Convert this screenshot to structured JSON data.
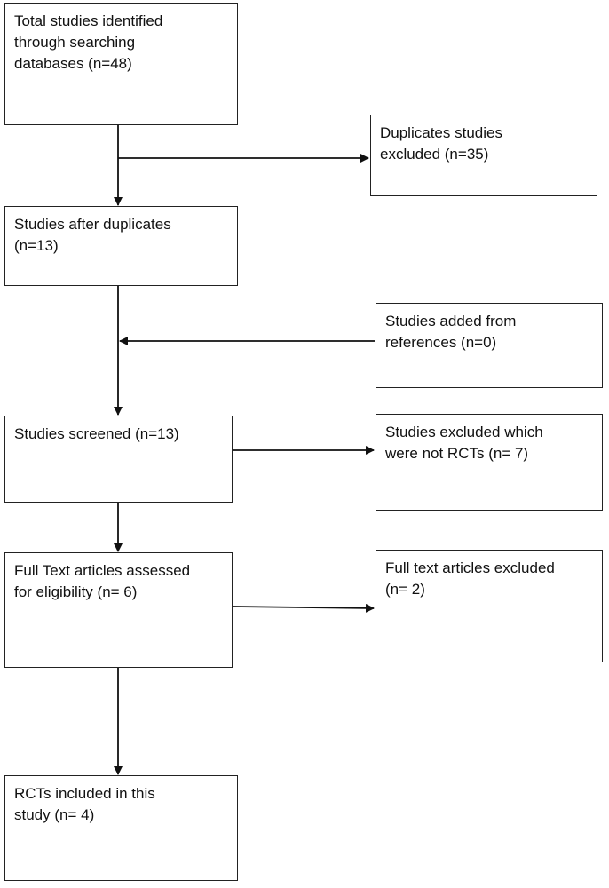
{
  "flowchart": {
    "identified": "Total studies identified\nthrough searching\ndatabases (n=48)",
    "duplicates_excluded": "Duplicates studies\nexcluded   (n=35)",
    "after_duplicates": "Studies after duplicates\n(n=13)",
    "added_from_references": "Studies added from\nreferences (n=0)",
    "screened": "Studies  screened   (n=13)",
    "excluded_not_rcts": "Studies excluded which\nwere not RCTs  (n= 7)",
    "full_text_assessed": "Full Text articles assessed\nfor eligibility (n= 6)",
    "full_text_excluded": "Full text articles excluded\n(n= 2)",
    "rcts_included": "RCTs included in this\nstudy (n= 4)"
  }
}
